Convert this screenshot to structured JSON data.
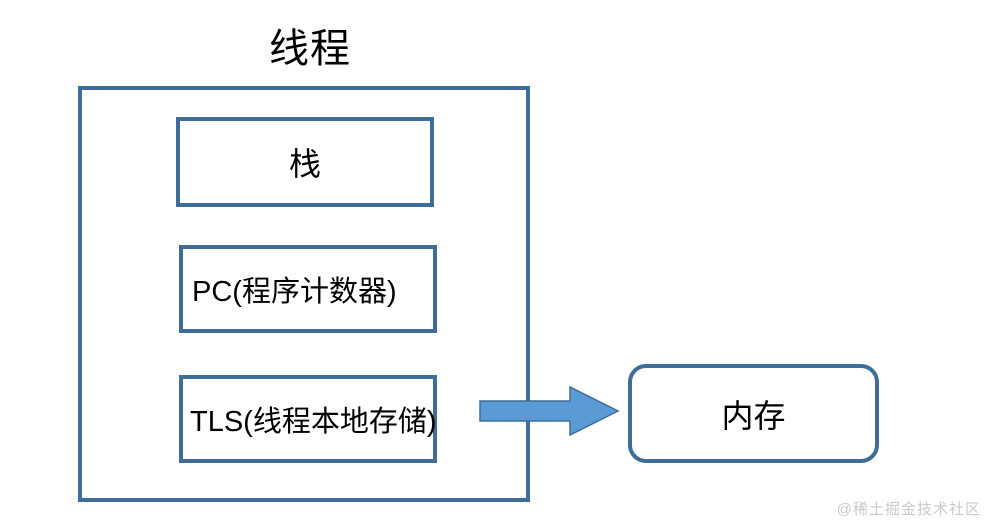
{
  "diagram": {
    "title": "线程",
    "type": "block-diagram",
    "accent_color": "#3f6d99",
    "arrow_color": "#5b9bd5",
    "background_color": "#ffffff",
    "text_color": "#000000"
  },
  "thread_container": {
    "name": "线程",
    "components": [
      {
        "label": "栈",
        "align": "center"
      },
      {
        "label": "PC(程序计数器)",
        "align": "left"
      },
      {
        "label": "TLS(线程本地存储)",
        "align": "left"
      }
    ]
  },
  "memory": {
    "label": "内存"
  },
  "connector": {
    "icon": "right-arrow-icon",
    "direction": "right",
    "from": "TLS(线程本地存储)",
    "to": "内存"
  },
  "watermark": {
    "text": "@稀土掘金技术社区"
  }
}
